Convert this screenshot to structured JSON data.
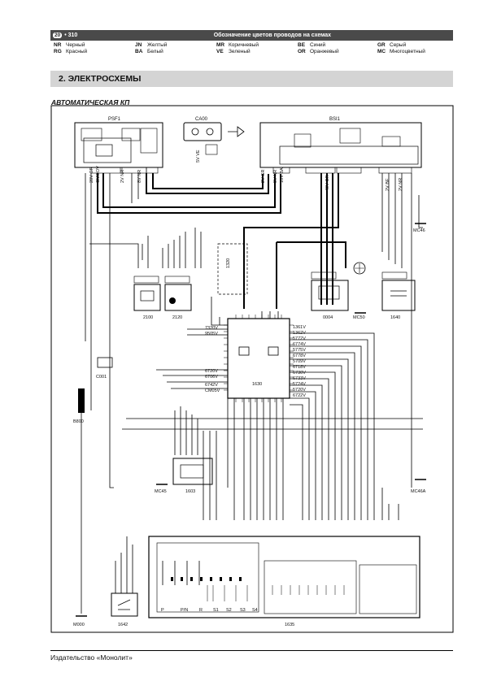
{
  "header": {
    "page_badge": "20",
    "page_number": "310",
    "title": "Обозначение цветов проводов на схемах"
  },
  "legend": [
    {
      "code": "NR",
      "name": "Черный"
    },
    {
      "code": "RG",
      "name": "Красный"
    },
    {
      "code": "JN",
      "name": "Желтый"
    },
    {
      "code": "BA",
      "name": "Белый"
    },
    {
      "code": "MR",
      "name": "Коричневый"
    },
    {
      "code": "VE",
      "name": "Зеленый"
    },
    {
      "code": "BE",
      "name": "Синий"
    },
    {
      "code": "OR",
      "name": "Оранжевый"
    },
    {
      "code": "GR",
      "name": "Серый"
    },
    {
      "code": "MC",
      "name": "Многоцветный"
    }
  ],
  "section_title": "2.  ЭЛЕКТРОСХЕМЫ",
  "subtitle": "АВТОМАТИЧЕСКАЯ КП",
  "components": {
    "psf1": "PSF1",
    "ca00": "CA00",
    "bsi1": "BSI1",
    "c2100": "2100",
    "c2120": "2120",
    "c1320": "1320",
    "c0004": "0004",
    "mc50": "MC50",
    "c1640": "1640",
    "c1630": "1630",
    "c001": "C001",
    "b800": "B800",
    "mc45": "MC45",
    "c1603": "1603",
    "mc46a": "MC46A",
    "mc46": "MC46",
    "c1635": "1635",
    "c1642": "1642",
    "m000": "M000"
  },
  "selector_positions": [
    "P",
    "P/N",
    "R",
    "S1",
    "S2",
    "S3",
    "S4"
  ],
  "wire_labels_top": [
    "28V GR",
    "CMOOV",
    "2V NR",
    "8V NR",
    "5V VE",
    "2V GR",
    "5V NR",
    "16V BA",
    "40V GR",
    "2V BE",
    "2V NR"
  ],
  "module_1630_pins_left": [
    "7320V",
    "9505V",
    "6720V",
    "6706V",
    "6742V",
    "CM05V"
  ],
  "module_1630_pins_right": [
    "1361V",
    "1362V",
    "5772V",
    "6774V",
    "5775V",
    "6778V",
    "5709V",
    "6718V",
    "6730V",
    "6733V",
    "5724V",
    "5720V",
    "6722V"
  ],
  "footer": "Издательство «Монолит»"
}
